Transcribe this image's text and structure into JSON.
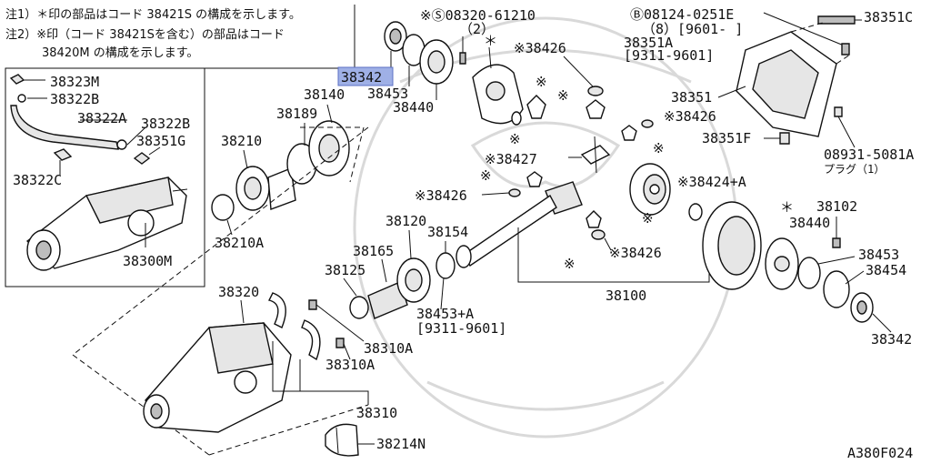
{
  "notes": {
    "note1": "注1）＊印の部品はコード 38421S の構成を示します。",
    "note2a": "注2）※印（コード 38421Sを含む）の部品はコード",
    "note2b": "38420M の構成を示します。"
  },
  "labels": {
    "p38342_top": "38342",
    "p38453_top": "38453",
    "p38440_top": "38440",
    "bolt_08320": "※Ⓢ08320-61210",
    "bolt_08320_qty": "（2）",
    "star_mark": "＊",
    "kome_38426_a": "※38426",
    "kome_38426_b": "※38426",
    "kome_38426_c": "※38426",
    "kome_38426_d": "※38426",
    "kome_38427": "※38427",
    "kome_38424": "※38424+A",
    "kome_mark": "※",
    "bolt_08124": "Ⓑ08124-0251E",
    "bolt_08124_sub": "（8）[9601-    ]",
    "p38351A": "38351A",
    "p38351A_range": "[9311-9601]",
    "p38351C": "38351C",
    "p38351": "38351",
    "p38351F": "38351F",
    "plug_08931": "08931-5081A",
    "plug_note": "プラグ（1）",
    "p38323M": "38323M",
    "p38322B_a": "38322B",
    "p38322A": "38322A",
    "p38322B_b": "38322B",
    "p38351G": "38351G",
    "p38322C": "38322C",
    "p38300M": "38300M",
    "p38140": "38140",
    "p38189": "38189",
    "p38210": "38210",
    "p38210A": "38210A",
    "p38120": "38120",
    "p38154": "38154",
    "p38165": "38165",
    "p38125": "38125",
    "p38453A": "38453+A",
    "p38453A_range": "[9311-9601]",
    "p38100": "38100",
    "p38102": "38102",
    "p38440_r": "38440",
    "p38453_r": "38453",
    "p38454": "38454",
    "p38342_r": "38342",
    "p38320": "38320",
    "p38310A_a": "38310A",
    "p38310A_b": "38310A",
    "p38310": "38310",
    "p38214N": "38214N",
    "figure_code": "A380F024"
  }
}
